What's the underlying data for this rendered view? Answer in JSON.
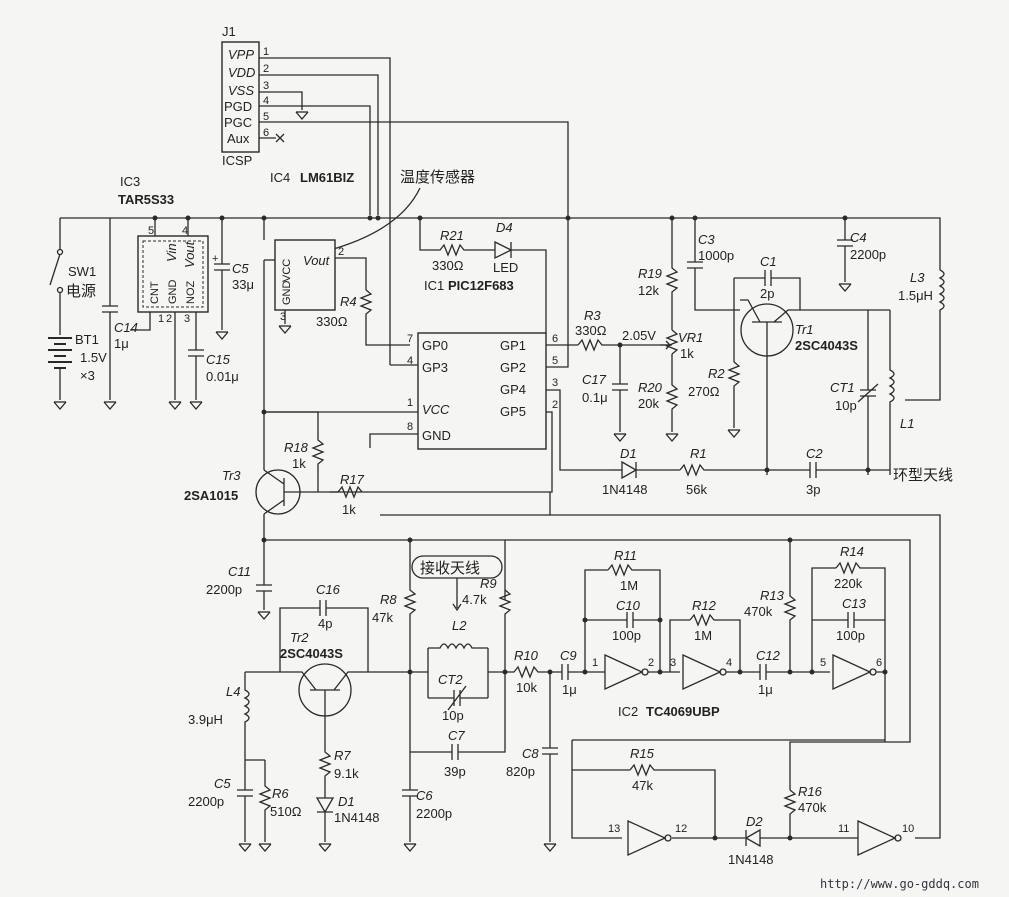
{
  "j1": {
    "ref": "J1",
    "name": "ICSP",
    "pins": [
      "VPP",
      "VDD",
      "VSS",
      "PGD",
      "PGC",
      "Aux"
    ],
    "nums": [
      "1",
      "2",
      "3",
      "4",
      "5",
      "6"
    ]
  },
  "ic4": {
    "ref": "IC4",
    "part": "LM61BIZ",
    "label": "温度传感器",
    "vcc": "VCC",
    "vout": "Vout",
    "gnd": "GND",
    "p2": "2",
    "p3": "3"
  },
  "ic3": {
    "ref": "IC3",
    "part": "TAR5S33",
    "cnt": "CNT",
    "gnd": "GND",
    "noz": "NOZ",
    "vin": "Vin",
    "vout": "Vout",
    "p1": "1",
    "p2": "2",
    "p3": "3",
    "p4": "4",
    "p5": "5"
  },
  "ic1": {
    "ref": "IC1",
    "part": "PIC12F683",
    "pins": {
      "gp0": "GP0",
      "gp3": "GP3",
      "vcc": "VCC",
      "gnd": "GND",
      "gp1": "GP1",
      "gp2": "GP2",
      "gp4": "GP4",
      "gp5": "GP5"
    },
    "nums": {
      "gp0": "7",
      "gp3": "4",
      "vcc": "1",
      "gnd": "8",
      "gp1": "6",
      "gp2": "5",
      "gp4": "3",
      "gp5": "2"
    }
  },
  "ic2": {
    "ref": "IC2",
    "part": "TC4069UBP",
    "pins": [
      "1",
      "2",
      "3",
      "4",
      "5",
      "6",
      "13",
      "12",
      "11",
      "10"
    ]
  },
  "sw1": {
    "ref": "SW1",
    "desc": "电源"
  },
  "bt1": {
    "ref": "BT1",
    "value": "1.5V",
    "count": "×3"
  },
  "parts": {
    "c14": {
      "ref": "C14",
      "value": "1μ"
    },
    "c5a": {
      "ref": "C5",
      "value": "33μ"
    },
    "c15": {
      "ref": "C15",
      "value": "0.01μ"
    },
    "r4": {
      "ref": "R4",
      "value": "330Ω"
    },
    "r21": {
      "ref": "R21",
      "value": "330Ω"
    },
    "d4": {
      "ref": "D4",
      "value": "LED"
    },
    "r3": {
      "ref": "R3",
      "value": "330Ω"
    },
    "v205": {
      "value": "2.05V"
    },
    "vr1": {
      "ref": "VR1",
      "value": "1k"
    },
    "r19": {
      "ref": "R19",
      "value": "12k"
    },
    "r20": {
      "ref": "R20",
      "value": "20k"
    },
    "c17": {
      "ref": "C17",
      "value": "0.1μ"
    },
    "c3": {
      "ref": "C3",
      "value": "1000p"
    },
    "c4": {
      "ref": "C4",
      "value": "2200p"
    },
    "c1": {
      "ref": "C1",
      "value": "2p"
    },
    "tr1": {
      "ref": "Tr1",
      "value": "2SC4043S"
    },
    "r2": {
      "ref": "R2",
      "value": "270Ω"
    },
    "ct1": {
      "ref": "CT1",
      "value": "10p"
    },
    "l3": {
      "ref": "L3",
      "value": "1.5μH"
    },
    "l1": {
      "ref": "L1"
    },
    "loop": {
      "value": "环型天线"
    },
    "d1a": {
      "ref": "D1",
      "value": "1N4148"
    },
    "r1": {
      "ref": "R1",
      "value": "56k"
    },
    "c2": {
      "ref": "C2",
      "value": "3p"
    },
    "r18": {
      "ref": "R18",
      "value": "1k"
    },
    "r17": {
      "ref": "R17",
      "value": "1k"
    },
    "tr3": {
      "ref": "Tr3",
      "value": "2SA1015"
    },
    "c11": {
      "ref": "C11",
      "value": "2200p"
    },
    "c16": {
      "ref": "C16",
      "value": "4p"
    },
    "tr2": {
      "ref": "Tr2",
      "value": "2SC4043S"
    },
    "r8": {
      "ref": "R8",
      "value": "47k"
    },
    "rxant": {
      "value": "接收天线"
    },
    "l2": {
      "ref": "L2"
    },
    "ct2": {
      "ref": "CT2",
      "value": "10p"
    },
    "r9": {
      "ref": "R9",
      "value": "4.7k"
    },
    "l4": {
      "ref": "L4",
      "value": "3.9μH"
    },
    "c5b": {
      "ref": "C5",
      "value": "2200p"
    },
    "r6": {
      "ref": "R6",
      "value": "510Ω"
    },
    "r7": {
      "ref": "R7",
      "value": "9.1k"
    },
    "d1b": {
      "ref": "D1",
      "value": "1N4148"
    },
    "c6": {
      "ref": "C6",
      "value": "2200p"
    },
    "c7": {
      "ref": "C7",
      "value": "39p"
    },
    "r10": {
      "ref": "R10",
      "value": "10k"
    },
    "c9": {
      "ref": "C9",
      "value": "1μ"
    },
    "c8": {
      "ref": "C8",
      "value": "820p"
    },
    "r11": {
      "ref": "R11",
      "value": "1M"
    },
    "c10": {
      "ref": "C10",
      "value": "100p"
    },
    "r12": {
      "ref": "R12",
      "value": "1M"
    },
    "c12": {
      "ref": "C12",
      "value": "1μ"
    },
    "r13": {
      "ref": "R13",
      "value": "470k"
    },
    "r14": {
      "ref": "R14",
      "value": "220k"
    },
    "c13": {
      "ref": "C13",
      "value": "100p"
    },
    "r15": {
      "ref": "R15",
      "value": "47k"
    },
    "d2": {
      "ref": "D2",
      "value": "1N4148"
    },
    "r16": {
      "ref": "R16",
      "value": "470k"
    }
  },
  "watermark": "http://www.go-gddq.com"
}
